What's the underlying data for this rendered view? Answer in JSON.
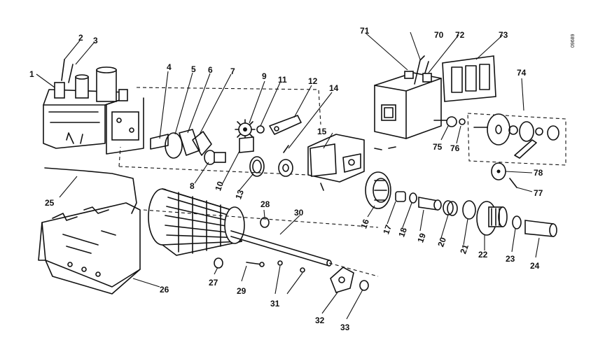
{
  "diagram": {
    "callouts": [
      "1",
      "2",
      "3",
      "4",
      "5",
      "6",
      "7",
      "8",
      "9",
      "10",
      "11",
      "12",
      "13",
      "14",
      "15",
      "16",
      "17",
      "18",
      "19",
      "20",
      "21",
      "22",
      "23",
      "24",
      "25",
      "26",
      "27",
      "28",
      "29",
      "30",
      "31",
      "32",
      "33",
      "70",
      "71",
      "72",
      "73",
      "74",
      "75",
      "76",
      "77",
      "78"
    ],
    "drawing_number": "09689"
  }
}
